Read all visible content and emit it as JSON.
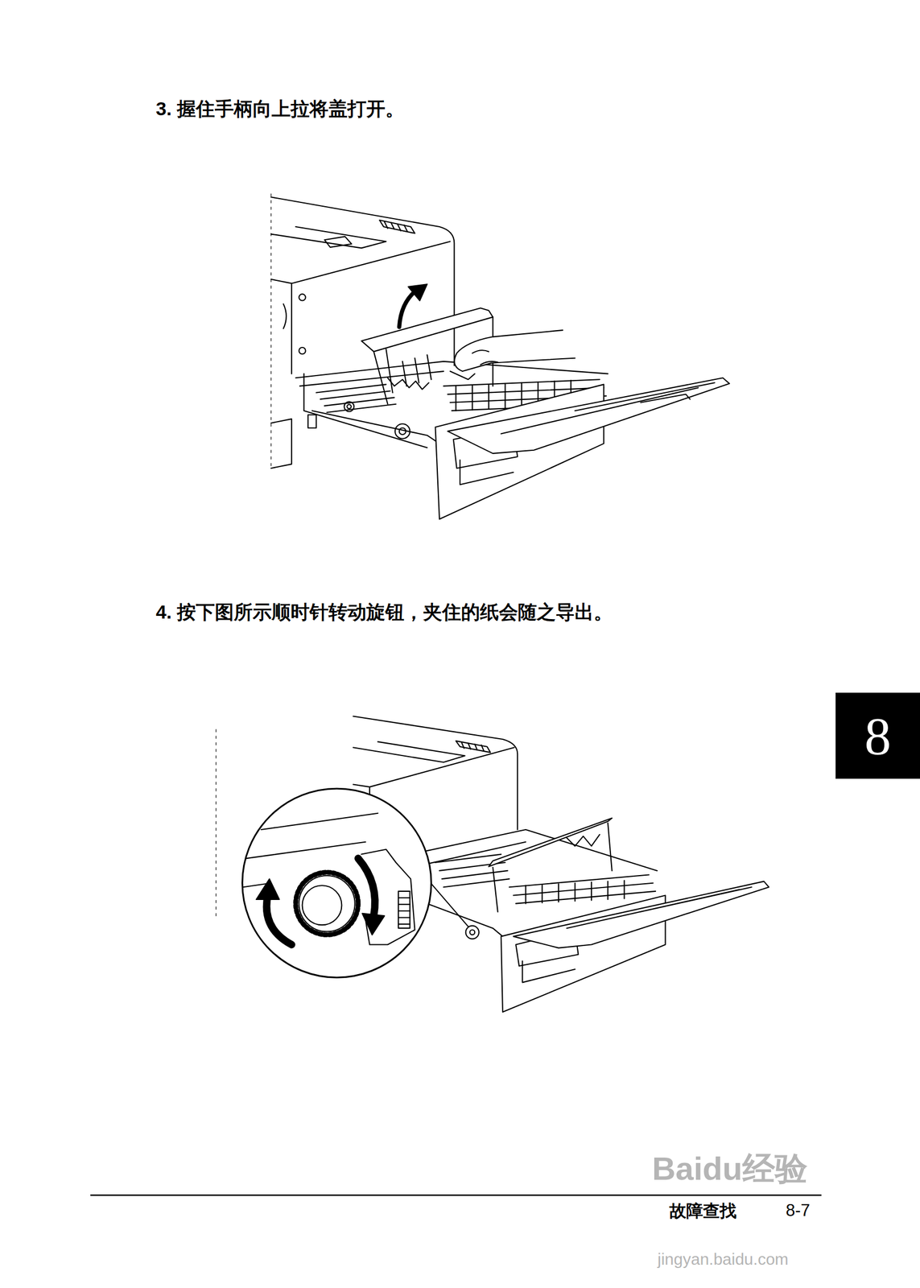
{
  "diagram": {
    "nodes": [
      {
        "text": [
          "8"
        ]
      }
    ],
    "labels": [
      "3. 握住手柄向上拉将盖打开。",
      "4. 按下图所示顺时针转动旋钮，夹住的纸会随之导出。",
      "故障查找",
      "8-7",
      "Baidu经验",
      "jingyan.baidu.com"
    ]
  }
}
